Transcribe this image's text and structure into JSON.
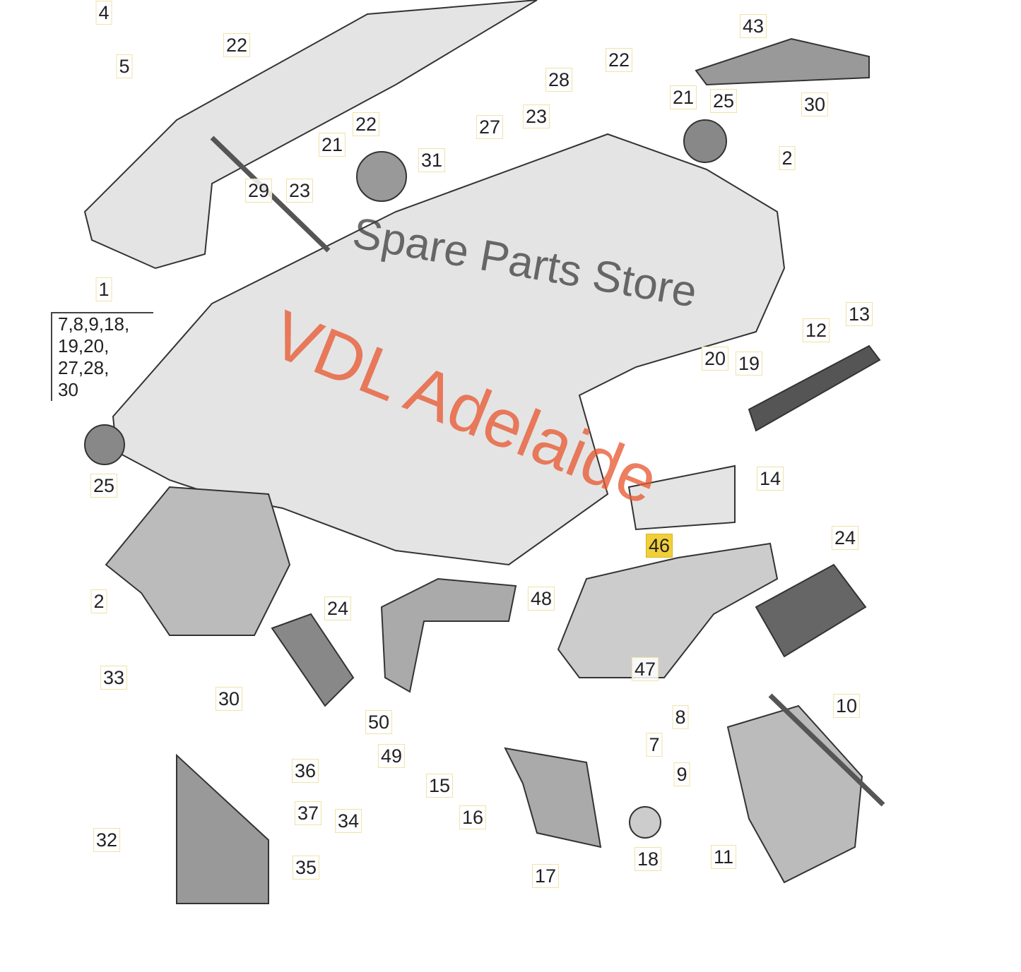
{
  "callouts": [
    "4",
    "22",
    "5",
    "22",
    "28",
    "43",
    "21",
    "25",
    "30",
    "22",
    "27",
    "23",
    "21",
    "31",
    "2",
    "29",
    "23",
    "1",
    "12",
    "13",
    "20",
    "19",
    "25",
    "14",
    "46",
    "24",
    "2",
    "24",
    "48",
    "47",
    "33",
    "30",
    "50",
    "49",
    "8",
    "7",
    "10",
    "36",
    "15",
    "9",
    "37",
    "34",
    "16",
    "32",
    "35",
    "18",
    "11",
    "17"
  ],
  "group_1_items": [
    "7,8,9,18,",
    "19,20,",
    "27,28,",
    "30"
  ],
  "highlighted_callout": "46",
  "watermark": {
    "brand": "VDL Adelaide",
    "sub": "Spare Parts Store",
    "brand_color": "#e85a32"
  }
}
